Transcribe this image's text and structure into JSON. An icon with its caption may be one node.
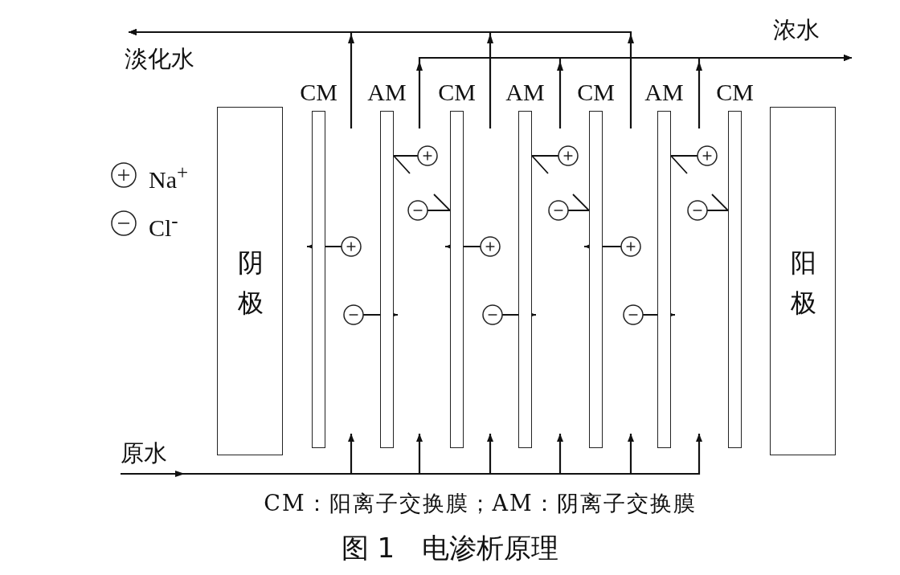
{
  "diagram": {
    "caption": "图 1　电渗析原理",
    "nodes": [
      {
        "text": [
          "淡化水"
        ]
      },
      {
        "text": [
          "浓水"
        ]
      },
      {
        "text": [
          "CM"
        ]
      },
      {
        "text": [
          "AM"
        ]
      },
      {
        "text": [
          "CM"
        ]
      },
      {
        "text": [
          "AM"
        ]
      },
      {
        "text": [
          "CM"
        ]
      },
      {
        "text": [
          "AM"
        ]
      },
      {
        "text": [
          "CM"
        ]
      },
      {
        "text": [
          "阴极"
        ]
      },
      {
        "text": [
          "阳极"
        ]
      },
      {
        "text": [
          "原水"
        ]
      }
    ],
    "edges": [
      {
        "from": 11,
        "to": null,
        "arrow": "to"
      },
      {
        "from": 11,
        "to": null,
        "arrow": "to"
      },
      {
        "from": 11,
        "to": null,
        "arrow": "to"
      },
      {
        "from": 11,
        "to": null,
        "arrow": "to"
      },
      {
        "from": 11,
        "to": null,
        "arrow": "to"
      },
      {
        "from": 11,
        "to": null,
        "arrow": "to"
      },
      {
        "from": null,
        "to": 0,
        "arrow": "to"
      },
      {
        "from": null,
        "to": 0,
        "arrow": "to"
      },
      {
        "from": null,
        "to": 0,
        "arrow": "to"
      },
      {
        "from": null,
        "to": 1,
        "arrow": "to"
      },
      {
        "from": null,
        "to": 1,
        "arrow": "to"
      },
      {
        "from": null,
        "to": 1,
        "arrow": "to"
      }
    ],
    "labels": [
      "CM：阳离子交换膜；AM：阴离子交换膜"
    ],
    "legend": [
      {
        "text": "Na$^{+}$"
      },
      {
        "text": "Cl$^{-}$"
      }
    ]
  }
}
